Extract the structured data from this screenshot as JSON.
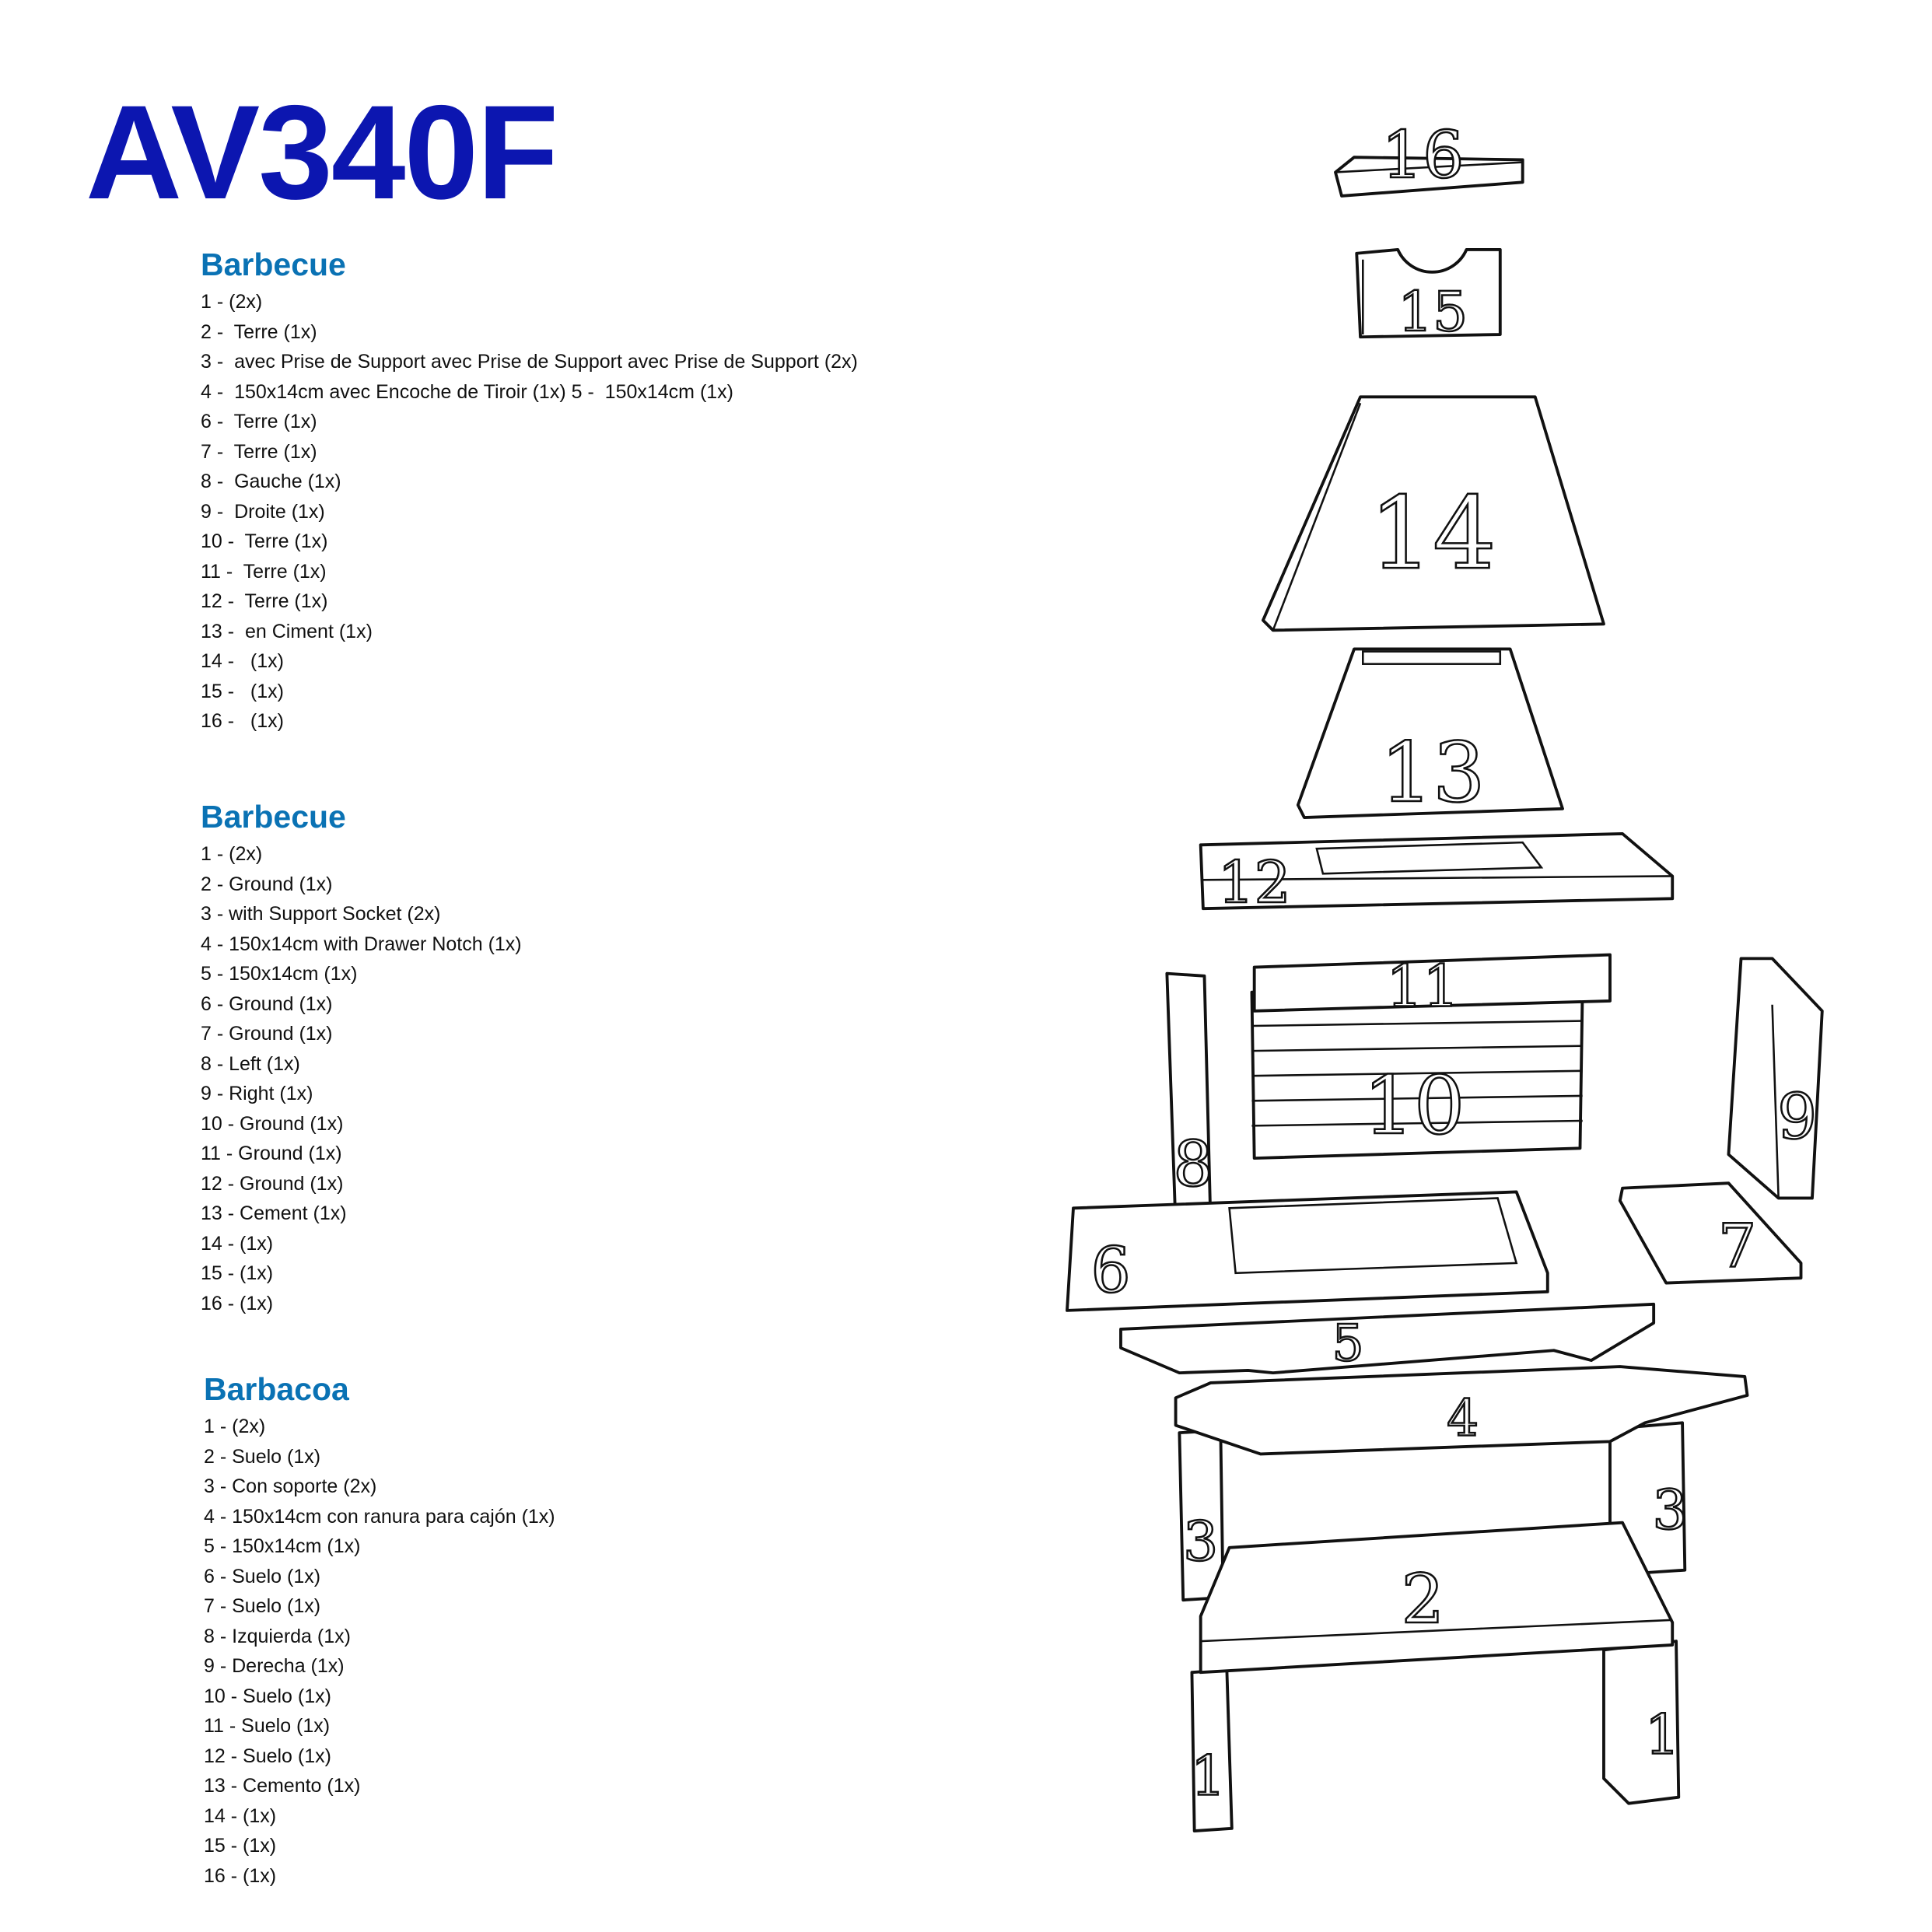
{
  "title": "AV340F",
  "sections": [
    {
      "heading": "Barbecue",
      "items": [
        "1 - (2x)",
        "2 -  Terre (1x)",
        "3 -  avec Prise de Support avec Prise de Support avec Prise de Support (2x)",
        "4 -  150x14cm avec Encoche de Tiroir (1x) 5 -  150x14cm (1x)",
        "6 -  Terre (1x)",
        "7 -  Terre (1x)",
        "8 -  Gauche (1x)",
        "9 -  Droite (1x)",
        "10 -  Terre (1x)",
        "11 -  Terre (1x)",
        "12 -  Terre (1x)",
        "13 -  en Ciment (1x)",
        "14 -   (1x)",
        "15 -   (1x)",
        "16 -   (1x)"
      ]
    },
    {
      "heading": "Barbecue",
      "items": [
        "1 - (2x)",
        "2 - Ground (1x)",
        "3 - with Support Socket (2x)",
        "4 - 150x14cm with Drawer Notch (1x)",
        "5 - 150x14cm (1x)",
        "6 - Ground (1x)",
        "7 - Ground (1x)",
        "8 - Left (1x)",
        "9 - Right (1x)",
        "10 - Ground (1x)",
        "11 - Ground (1x)",
        "12 - Ground (1x)",
        "13 - Cement (1x)",
        "14 - (1x)",
        "15 - (1x)",
        "16 - (1x)"
      ]
    },
    {
      "heading": "Barbacoa",
      "items": [
        "1 - (2x)",
        "2 - Suelo (1x)",
        "3 - Con soporte (2x)",
        "4 - 150x14cm con ranura para cajón (1x)",
        "5 - 150x14cm (1x)",
        "6 - Suelo (1x)",
        "7 - Suelo (1x)",
        "8 - Izquierda (1x)",
        "9 - Derecha (1x)",
        "10 - Suelo (1x)",
        "11 - Suelo (1x)",
        "12 - Suelo (1x)",
        "13 - Cemento (1x)",
        "14 - (1x)",
        "15 - (1x)",
        "16 - (1x)"
      ]
    }
  ],
  "diagram": {
    "labels": [
      "1",
      "2",
      "3",
      "4",
      "5",
      "6",
      "7",
      "8",
      "9",
      "10",
      "11",
      "12",
      "13",
      "14",
      "15",
      "16"
    ]
  },
  "colors": {
    "title": "#0c16b0",
    "heading": "#0a72b4"
  }
}
